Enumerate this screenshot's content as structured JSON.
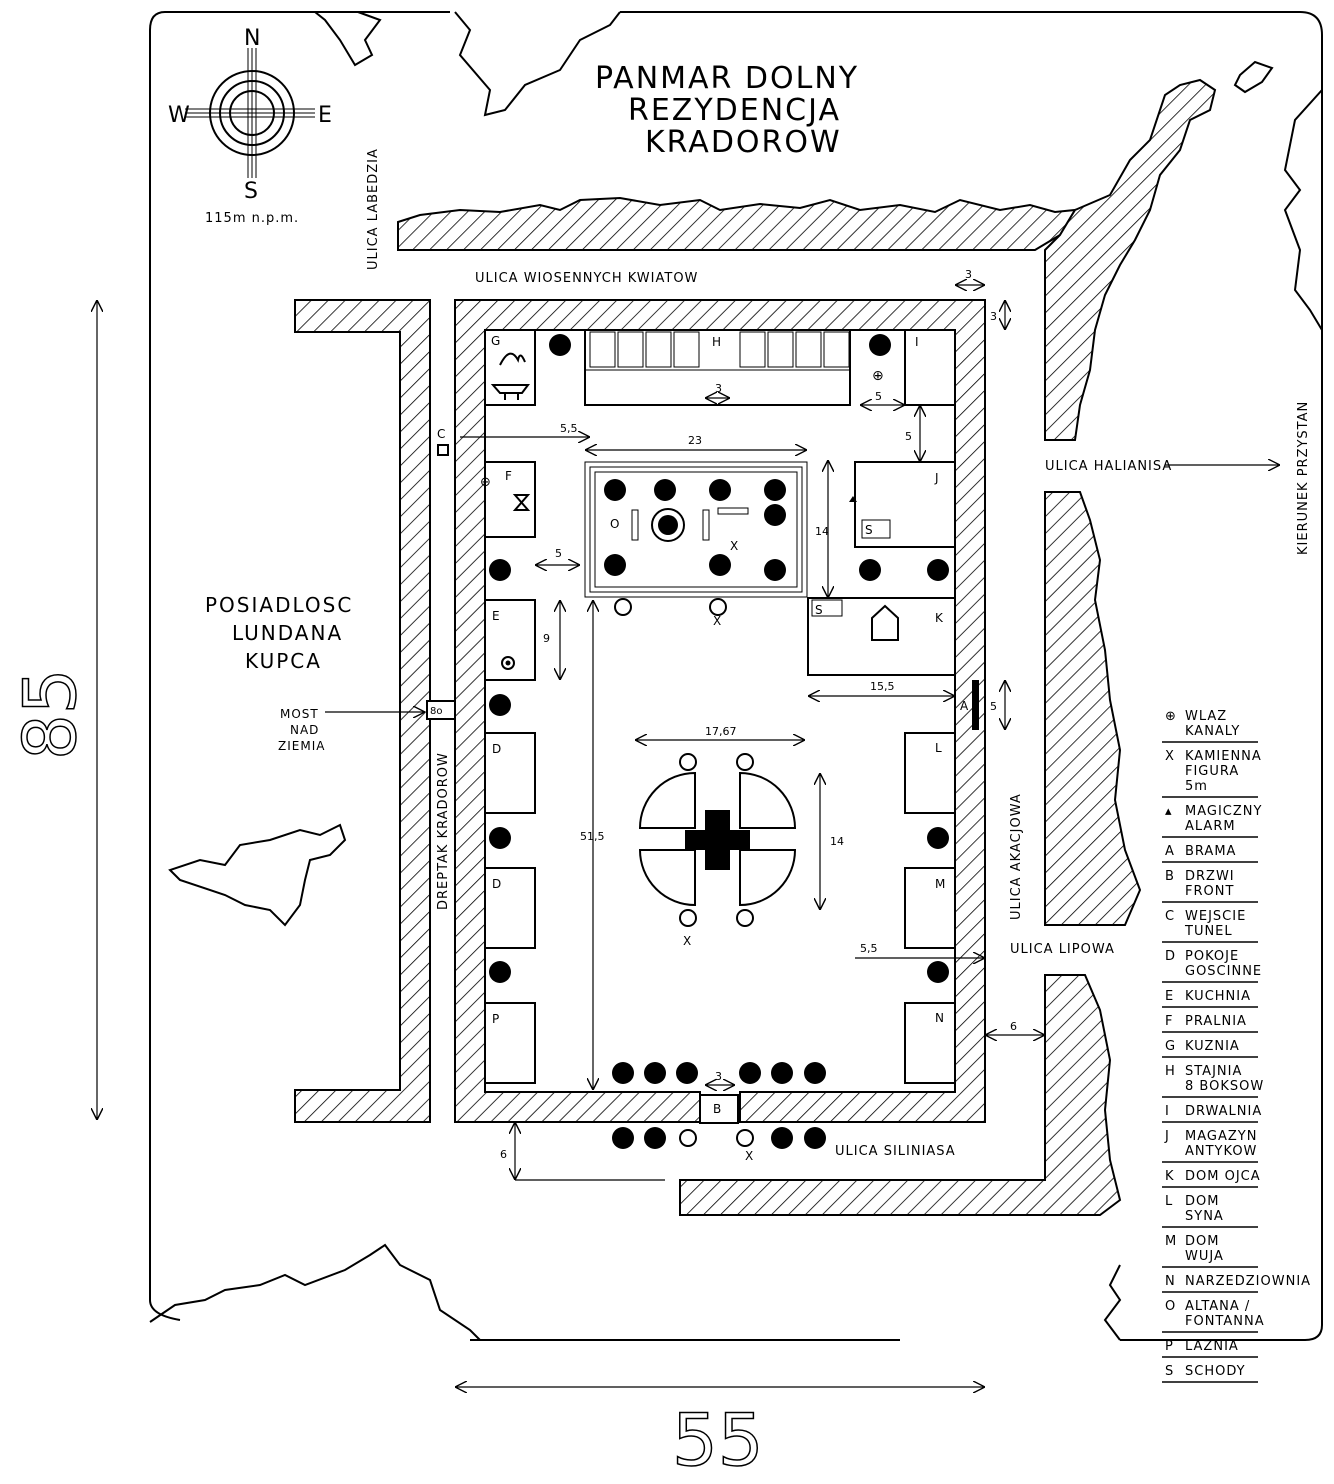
{
  "title": {
    "line1": "PANMAR DOLNY",
    "line2": "REZYDENCJA",
    "line3": "KRADOROW"
  },
  "compass": {
    "n": "N",
    "s": "S",
    "e": "E",
    "w": "W",
    "elevation": "115m  n.p.m."
  },
  "streets": {
    "labedzia": "ULICA LABEDZIA",
    "wiosennych": "ULICA WIOSENNYCH KWIATOW",
    "halianisa": "ULICA HALIANISA",
    "przystan": "KIERUNEK PRZYSTAN",
    "akacjowa": "ULICA AKACJOWA",
    "lipowa": "ULICA LIPOWA",
    "siliniasa": "ULICA SILINIASA",
    "dreptak": "DREPTAK KRADOROW"
  },
  "estate": {
    "line1": "POSIADLOSC",
    "line2": "LUNDANA",
    "line3": "KUPCA"
  },
  "bridge": {
    "line1": "MOST",
    "line2": "NAD",
    "line3": "ZIEMIA",
    "tag": "8o"
  },
  "scale": {
    "vertical": "85",
    "horizontal": "55"
  },
  "dimensions": {
    "d3a": "3",
    "d3b": "3",
    "d3c": "3",
    "d3d": "3",
    "d55a": "5,5",
    "d55b": "5,5",
    "d5a": "5",
    "d5b": "5",
    "d5c": "5",
    "d5d": "5",
    "d23": "23",
    "d14a": "14",
    "d14b": "14",
    "d9": "9",
    "d155": "15,5",
    "d1767": "17,67",
    "d515": "51,5",
    "d6a": "6",
    "d6b": "6"
  },
  "rooms": {
    "A": "A",
    "B": "B",
    "C": "C",
    "D1": "D",
    "D2": "D",
    "E": "E",
    "F": "F",
    "G": "G",
    "H": "H",
    "I": "I",
    "J": "J",
    "K": "K",
    "L": "L",
    "M": "M",
    "N": "N",
    "O": "O",
    "P": "P",
    "S1": "S",
    "S2": "S"
  },
  "figures": {
    "x1": "X",
    "x2": "X",
    "x3": "X",
    "x4": "X"
  },
  "legend": [
    {
      "sym": "⊕",
      "l1": "WLAZ",
      "l2": "KANALY",
      "l3": ""
    },
    {
      "sym": "X",
      "l1": "KAMIENNA",
      "l2": "FIGURA",
      "l3": "5m"
    },
    {
      "sym": "▴",
      "l1": "MAGICZNY",
      "l2": "ALARM",
      "l3": ""
    },
    {
      "sym": "A",
      "l1": "BRAMA",
      "l2": "",
      "l3": ""
    },
    {
      "sym": "B",
      "l1": "DRZWI",
      "l2": "FRONT",
      "l3": ""
    },
    {
      "sym": "C",
      "l1": "WEJSCIE",
      "l2": "TUNEL",
      "l3": ""
    },
    {
      "sym": "D",
      "l1": "POKOJE",
      "l2": "GOSCINNE",
      "l3": ""
    },
    {
      "sym": "E",
      "l1": "KUCHNIA",
      "l2": "",
      "l3": ""
    },
    {
      "sym": "F",
      "l1": "PRALNIA",
      "l2": "",
      "l3": ""
    },
    {
      "sym": "G",
      "l1": "KUZNIA",
      "l2": "",
      "l3": ""
    },
    {
      "sym": "H",
      "l1": "STAJNIA",
      "l2": "8 BOKSOW",
      "l3": ""
    },
    {
      "sym": "I",
      "l1": "DRWALNIA",
      "l2": "",
      "l3": ""
    },
    {
      "sym": "J",
      "l1": "MAGAZYN",
      "l2": "ANTYKOW",
      "l3": ""
    },
    {
      "sym": "K",
      "l1": "DOM OJCA",
      "l2": "",
      "l3": ""
    },
    {
      "sym": "L",
      "l1": "DOM",
      "l2": "SYNA",
      "l3": ""
    },
    {
      "sym": "M",
      "l1": "DOM",
      "l2": "WUJA",
      "l3": ""
    },
    {
      "sym": "N",
      "l1": "NARZEDZIOWNIA",
      "l2": "",
      "l3": ""
    },
    {
      "sym": "O",
      "l1": "ALTANA /",
      "l2": "FONTANNA",
      "l3": ""
    },
    {
      "sym": "P",
      "l1": "LAZNIA",
      "l2": "",
      "l3": ""
    },
    {
      "sym": "S",
      "l1": "SCHODY",
      "l2": "",
      "l3": ""
    }
  ]
}
